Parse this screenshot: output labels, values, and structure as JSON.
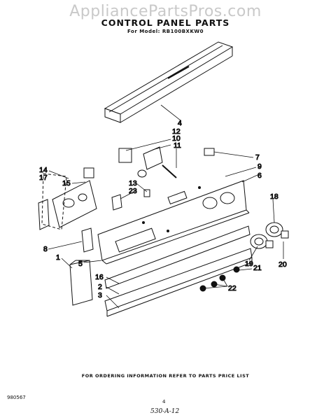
{
  "watermark": "AppliancePartsPros.com",
  "title": "CONTROL PANEL PARTS",
  "model_line": "For Model: RB100BXKW0",
  "callouts": [
    "1",
    "2",
    "3",
    "4",
    "5",
    "6",
    "7",
    "8",
    "9",
    "10",
    "11",
    "12",
    "13",
    "14",
    "15",
    "16",
    "17",
    "18",
    "19",
    "20",
    "21",
    "22",
    "23"
  ],
  "footer_note": "FOR ORDERING INFORMATION REFER TO PARTS PRICE LIST",
  "doc_code": "980567",
  "page_number": "4",
  "handwritten_note": "530-A-12"
}
